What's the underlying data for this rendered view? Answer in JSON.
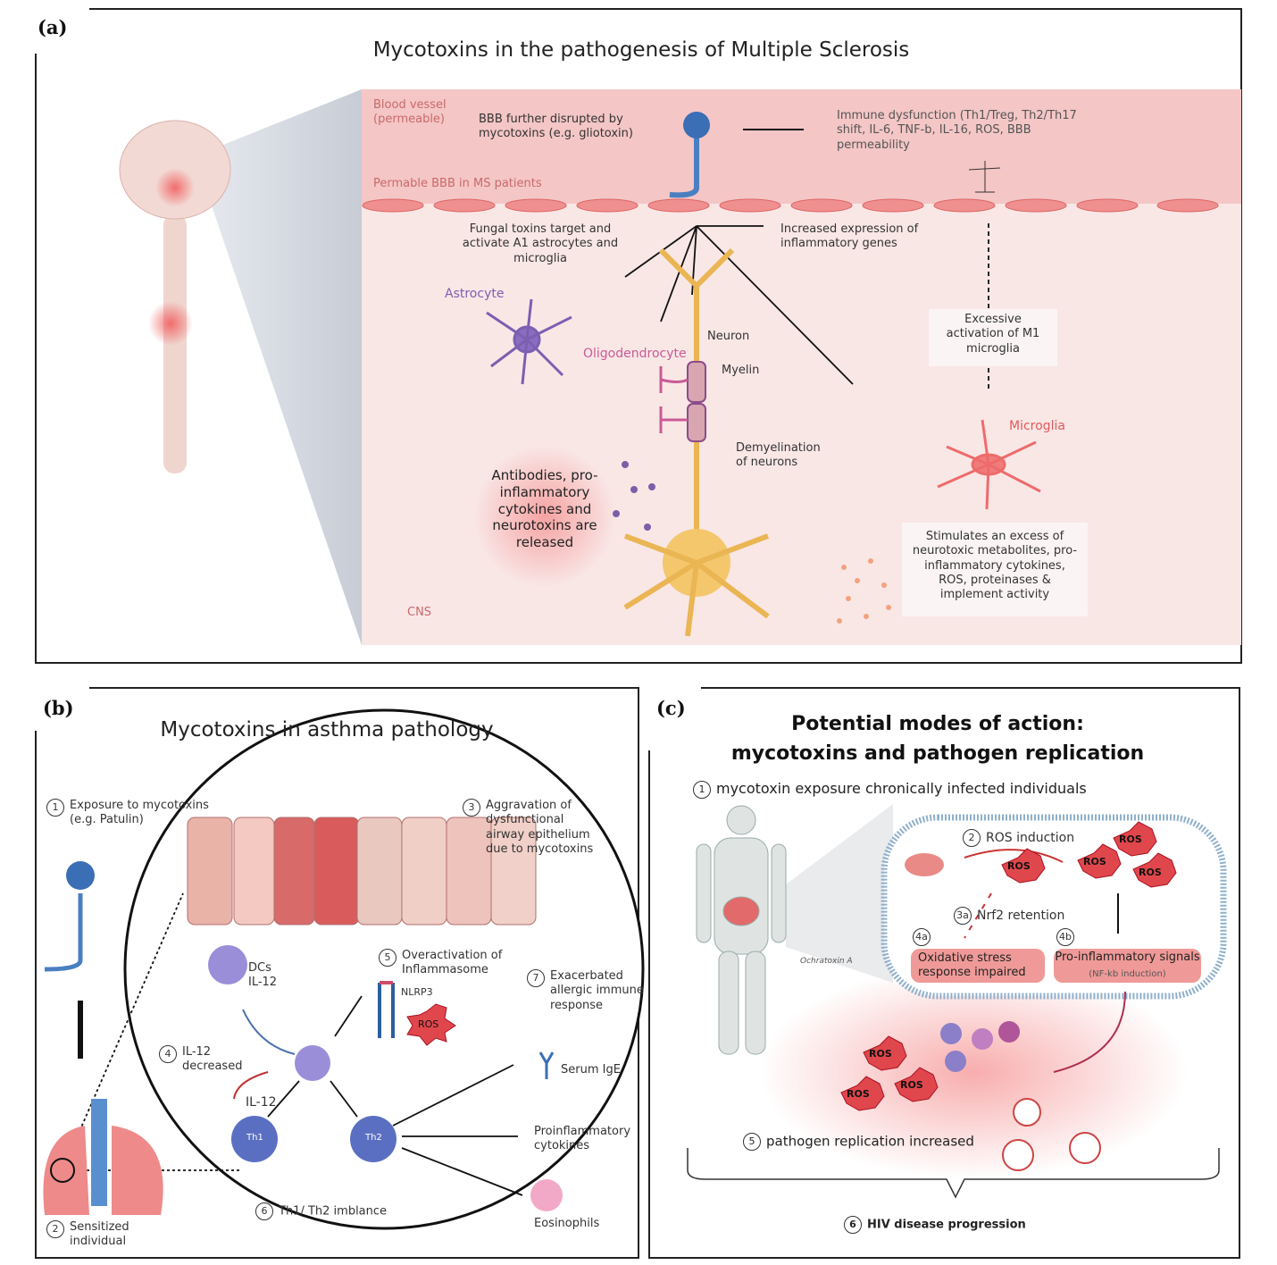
{
  "panel_a": {
    "label": "(a)",
    "title": "Mycotoxins in the pathogenesis of Multiple Sclerosis",
    "blood_vessel": "Blood vessel\n(permeable)",
    "bbb_disrupted": "BBB further disrupted by\nmycotoxins (e.g. gliotoxin)",
    "immune_dysfunction": "Immune dysfunction (Th1/Treg, Th2/Th17\nshift, IL-6, TNF-b, IL-16, ROS, BBB\npermeability",
    "permeable_bbb": "Permable BBB in MS patients",
    "fungal_toxins": "Fungal toxins target and\nactivate A1 astrocytes and\nmicroglia",
    "increased_expression": "Increased expression of\ninflammatory genes",
    "astrocyte": "Astrocyte",
    "oligodendrocyte": "Oligodendrocyte",
    "neuron": "Neuron",
    "myelin": "Myelin",
    "excessive_activation": "Excessive\nactivation of M1\nmicroglia",
    "microglia": "Microglia",
    "demyelination": "Demyelination\nof neurons",
    "antibodies": "Antibodies, pro-\ninflammatory\ncytokines and\nneurotoxins are\nreleased",
    "stimulates": "Stimulates an excess of\nneurotoxic metabolites, pro-\ninflammatory cytokines,\nROS, proteinases &\nimplement activity",
    "cns": "CNS"
  },
  "panel_b": {
    "label": "(b)",
    "title": "Mycotoxins in asthma pathology",
    "step1": "Exposure to mycotoxins\n(e.g. Patulin)",
    "step2": "Sensitized\nindividual",
    "step3": "Aggravation of\ndysfunctional\nairway epithelium\ndue to mycotoxins",
    "step4": "IL-12\ndecreased",
    "step5": "Overactivation of\nInflammasome",
    "step6": "Th1/ Th2 imblance",
    "step7": "Exacerbated\nallergic immune\nresponse",
    "dcs": "DCs\nIL-12",
    "nlrp3": "NLRP3",
    "ros": "ROS",
    "il12": "IL-12",
    "th1": "Th1",
    "th2": "Th2",
    "serum_ige": "Serum IgE",
    "proinflammatory": "Proinflammatory\ncytokines",
    "eosinophils": "Eosinophils",
    "n1": "1",
    "n2": "2",
    "n3": "3",
    "n4": "4",
    "n5": "5",
    "n6": "6",
    "n7": "7"
  },
  "panel_c": {
    "label": "(c)",
    "title": "Potential modes of action:\nmycotoxins and pathogen replication",
    "step1": "mycotoxin exposure chronically infected individuals",
    "step2": "ROS induction",
    "step3a": "Nrf2 retention",
    "step4a": "Oxidative stress\nresponse impaired",
    "step4b": "Pro-inflammatory signals",
    "step4b_sub": "(NF-kb induction)",
    "step5": "pathogen replication increased",
    "step6": "HIV disease progression",
    "ochratoxin": "Ochratoxin A",
    "ros": "ROS",
    "n1": "1",
    "n2": "2",
    "n3a": "3a",
    "n4a": "4a",
    "n4b": "4b",
    "n5": "5",
    "n6": "6"
  },
  "colors": {
    "pink_band": "#f4c6c6",
    "pink_bg": "#f9e7e6",
    "ros_red": "#e0474c",
    "th_blue": "#5b6fc2",
    "text_pink": "#c9696b"
  }
}
